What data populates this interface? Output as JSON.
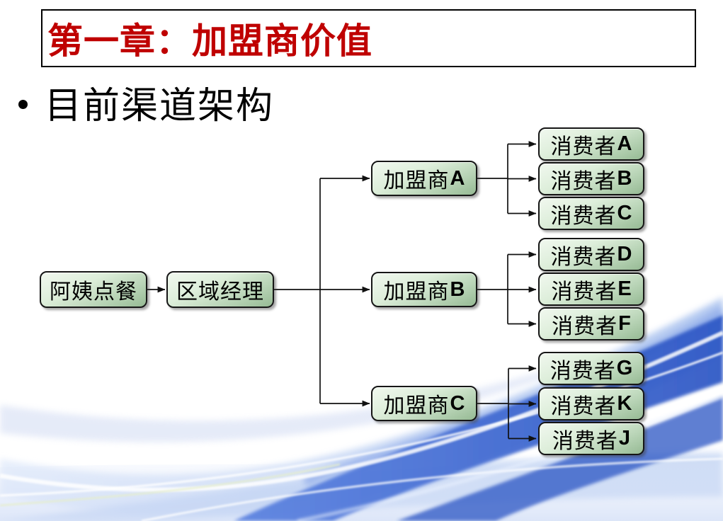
{
  "slide": {
    "title": "第一章：加盟商价值",
    "bullet": "目前渠道架构"
  },
  "colors": {
    "title_red": "#bf0000",
    "node_fill_light": "#eff7ed",
    "node_fill_dark": "#96ba94",
    "node_border": "#161616",
    "connector_black": "#111111",
    "wave_blue_dark": "#2d58c6",
    "wave_blue_medium": "#7d9ce6",
    "wave_blue_light": "#bcd0f2"
  },
  "diagram": {
    "root": {
      "text": "阿姨点餐"
    },
    "manager": {
      "text": "区域经理"
    },
    "franchisees": [
      {
        "text": "加盟商",
        "id": "A",
        "consumers": [
          {
            "text": "消费者",
            "id": "A"
          },
          {
            "text": "消费者",
            "id": "B"
          },
          {
            "text": "消费者",
            "id": "C"
          }
        ]
      },
      {
        "text": "加盟商",
        "id": "B",
        "consumers": [
          {
            "text": "消费者",
            "id": "D"
          },
          {
            "text": "消费者",
            "id": "E"
          },
          {
            "text": "消费者",
            "id": "F"
          }
        ]
      },
      {
        "text": "加盟商",
        "id": "C",
        "consumers": [
          {
            "text": "消费者",
            "id": "G"
          },
          {
            "text": "消费者",
            "id": "K"
          },
          {
            "text": "消费者",
            "id": "J"
          }
        ]
      }
    ]
  }
}
